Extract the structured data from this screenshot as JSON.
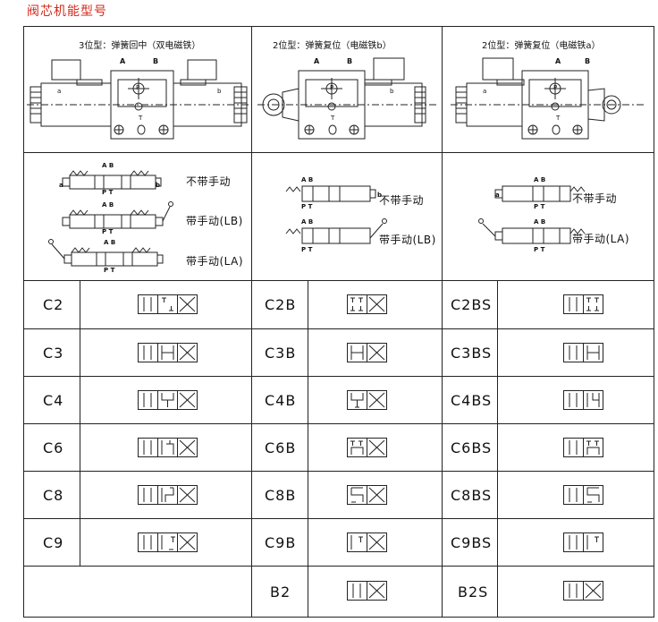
{
  "title": "阀芯机能型号",
  "columns": [
    {
      "header": "3位型：弹簧回中（双电磁铁）",
      "valve_ports": {
        "a": "A",
        "b": "B",
        "p": "P",
        "t": "T",
        "left": "a",
        "right": "b"
      },
      "schematic": [
        {
          "label": "不带手动",
          "ports_top": "A B",
          "ports_bottom": "P T",
          "left_coil": "a",
          "right_coil": "b"
        },
        {
          "label": "带手动(LB)",
          "ports_top": "A B",
          "ports_bottom": "P T"
        },
        {
          "label": "带手动(LA)",
          "ports_top": "A B",
          "ports_bottom": "P T"
        }
      ],
      "codes": [
        "C2",
        "C3",
        "C4",
        "C6",
        "C8",
        "C9",
        ""
      ]
    },
    {
      "header": "2位型：弹簧复位（电磁铁b）",
      "valve_ports": {
        "a": "A",
        "b": "B",
        "p": "P",
        "t": "T",
        "right": "b"
      },
      "schematic": [
        {
          "label": "不带手动",
          "ports_top": "A B",
          "ports_bottom": "P T",
          "right_coil": "b"
        },
        {
          "label": "带手动(LB)",
          "ports_top": "A B",
          "ports_bottom": "P T"
        }
      ],
      "codes": [
        "C2B",
        "C3B",
        "C4B",
        "C6B",
        "C8B",
        "C9B",
        "B2"
      ]
    },
    {
      "header": "2位型：弹簧复位（电磁铁a）",
      "valve_ports": {
        "a": "A",
        "b": "B",
        "p": "P",
        "t": "T",
        "left": "a"
      },
      "schematic": [
        {
          "label": "不带手动",
          "ports_top": "A B",
          "ports_bottom": "P T",
          "left_coil": "a"
        },
        {
          "label": "带手动(LA)",
          "ports_top": "A B",
          "ports_bottom": "P T"
        }
      ],
      "codes": [
        "C2BS",
        "C3BS",
        "C4BS",
        "C6BS",
        "C8BS",
        "C9BS",
        "B2S"
      ]
    }
  ]
}
